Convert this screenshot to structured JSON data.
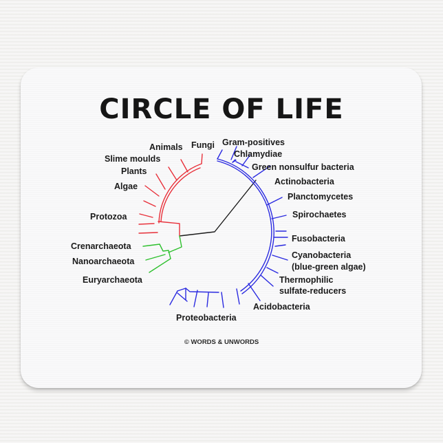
{
  "title": "CIRCLE OF LIFE",
  "copyright": "© WORDS & UNWORDS",
  "colors": {
    "eukaryotes": "#e8303a",
    "archaea": "#2ec02e",
    "bacteria": "#2a2ae0",
    "root": "#1a1a1a",
    "background": "#efeeec",
    "pad": "#f6f6f7"
  },
  "groups": {
    "eukaryotes": {
      "labels": [
        "Animals",
        "Fungi",
        "Slime moulds",
        "Plants",
        "Algae",
        "Protozoa"
      ]
    },
    "archaea": {
      "labels": [
        "Crenarchaeota",
        "Nanoarchaeota",
        "Euryarchaeota"
      ]
    },
    "bacteria": {
      "labels": [
        "Gram-positives",
        "Chlamydiae",
        "Green nonsulfur bacteria",
        "Actinobacteria",
        "Planctomycetes",
        "Spirochaetes",
        "Fusobacteria",
        "Cyanobacteria",
        "(blue-green algae)",
        "Thermophilic",
        "sulfate-reducers",
        "Acidobacteria",
        "Proteobacteria"
      ]
    }
  }
}
